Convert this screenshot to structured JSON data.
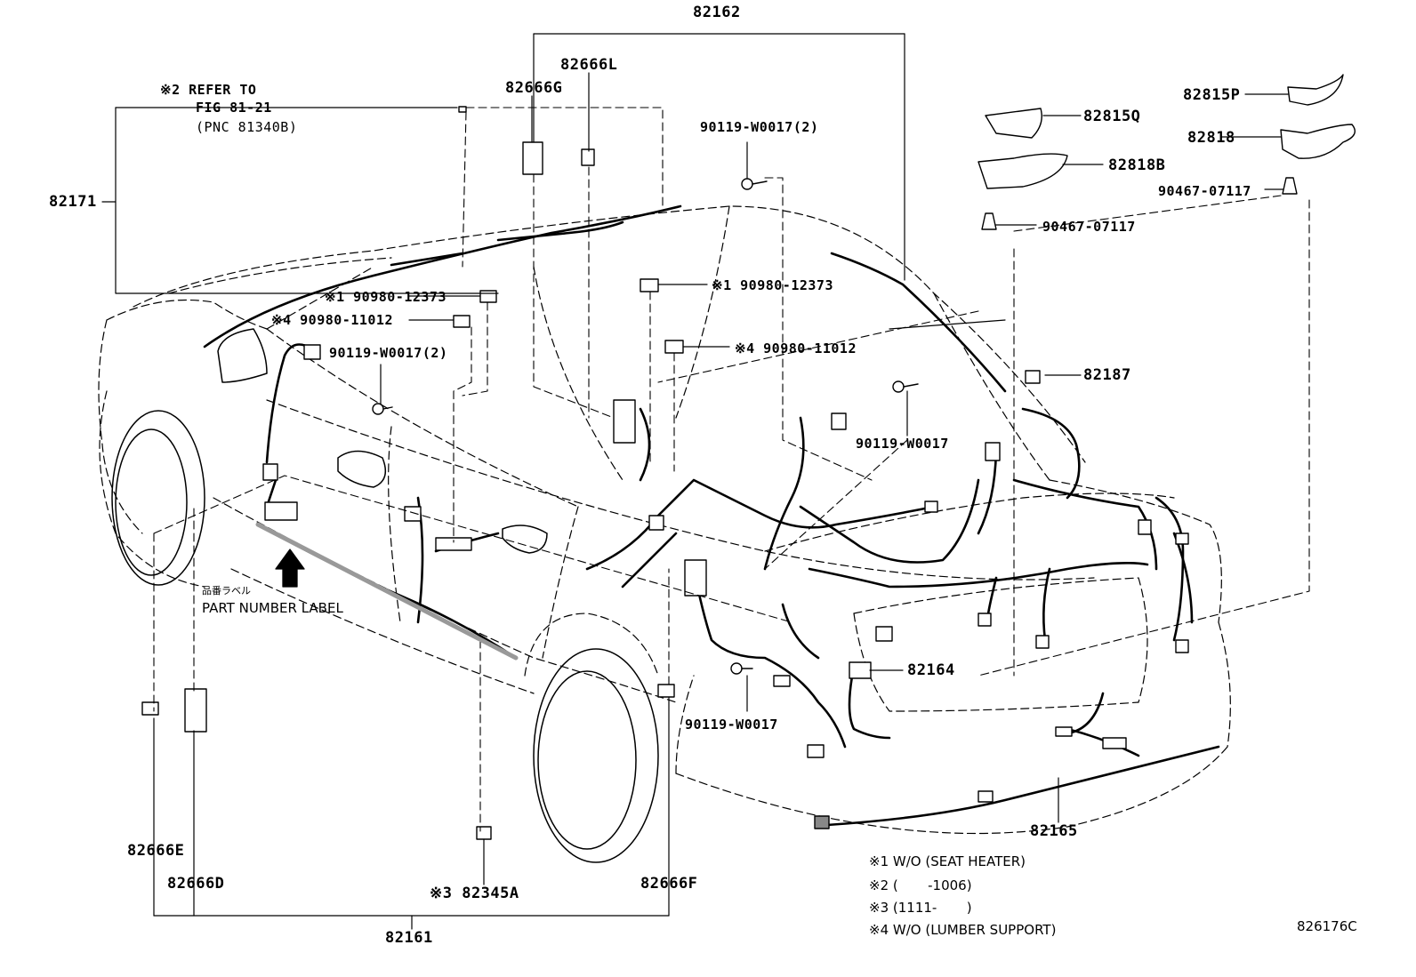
{
  "figure_code": "826176C",
  "labels": {
    "p82162": "82162",
    "p82666L": "82666L",
    "p82666G": "82666G",
    "p82171": "82171",
    "p90119_top": "90119-W0017(2)",
    "p90980_12373_c": "※1 90980-12373",
    "p90980_12373_r": "※1 90980-12373",
    "p90980_11012_c": "※4 90980-11012",
    "p90980_11012_r": "※4 90980-11012",
    "p90119_left": "90119-W0017(2)",
    "p90119_mid": "90119-W0017",
    "p90119_low": "90119-W0017",
    "p82815Q": "82815Q",
    "p82815P": "82815P",
    "p82818B": "82818B",
    "p82818": "82818",
    "p90467_r": "90467-07117",
    "p90467_l": "90467-07117",
    "p82187": "82187",
    "p82164": "82164",
    "p82165": "82165",
    "p82666E": "82666E",
    "p82666D": "82666D",
    "p82345A": "※3 82345A",
    "p82666F": "82666F",
    "p82161": "82161"
  },
  "refer_block": {
    "line1": "※2 REFER TO",
    "line2": "FIG 81-21",
    "line3": "(PNC 81340B)"
  },
  "part_number_label": {
    "jp": "品番ラベル",
    "en": "PART NUMBER LABEL"
  },
  "notes": [
    "※1 W/O (SEAT HEATER)",
    "※2 (       -1006)",
    "※3 (1111-       )",
    "※4 W/O (LUMBER SUPPORT)"
  ]
}
